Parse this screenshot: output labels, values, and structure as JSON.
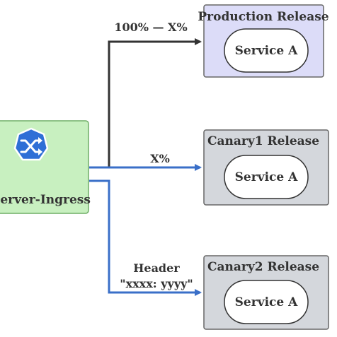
{
  "ingress": {
    "label": "Server-Ingress",
    "icon": "shuffle-icon",
    "colors": {
      "box_fill": "#c8f0c0",
      "box_stroke": "#6fae67",
      "icon_fill": "#2f6fd6"
    }
  },
  "releases": [
    {
      "title": "Production Release",
      "service": "Service A",
      "fill": "#dcdcf8"
    },
    {
      "title": "Canary1 Release",
      "service": "Service A",
      "fill": "#d4d7dc"
    },
    {
      "title": "Canary2 Release",
      "service": "Service A",
      "fill": "#d4d7dc"
    }
  ],
  "routes": [
    {
      "label_line1": "100% — X%",
      "label_line2": "",
      "color": "#333333"
    },
    {
      "label_line1": "X%",
      "label_line2": "",
      "color": "#3a6fc8"
    },
    {
      "label_line1": "Header",
      "label_line2": "\"xxxx: yyyy\"",
      "color": "#3a6fc8"
    }
  ]
}
